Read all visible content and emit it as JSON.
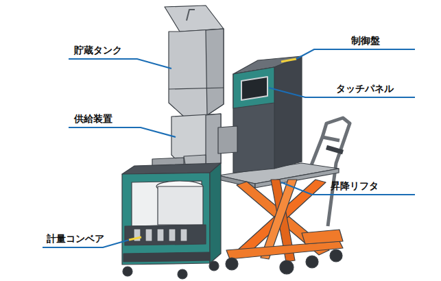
{
  "diagram": {
    "labels": [
      "貯蔵タンク",
      "制御盤",
      "タッチパネル",
      "供給装置",
      "昇降リフタ",
      "計量コンベア"
    ]
  }
}
